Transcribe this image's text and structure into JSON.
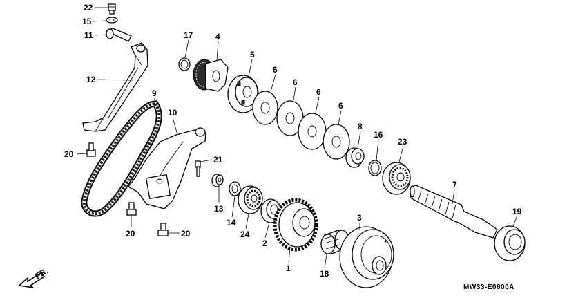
{
  "callouts": [
    {
      "id": "p22",
      "text": "22"
    },
    {
      "id": "p15",
      "text": "15"
    },
    {
      "id": "p11",
      "text": "11"
    },
    {
      "id": "p12",
      "text": "12"
    },
    {
      "id": "p17",
      "text": "17"
    },
    {
      "id": "p4",
      "text": "4"
    },
    {
      "id": "p5",
      "text": "5"
    },
    {
      "id": "p6a",
      "text": "6"
    },
    {
      "id": "p6b",
      "text": "6"
    },
    {
      "id": "p6c",
      "text": "6"
    },
    {
      "id": "p6d",
      "text": "6"
    },
    {
      "id": "p9",
      "text": "9"
    },
    {
      "id": "p10",
      "text": "10"
    },
    {
      "id": "p8",
      "text": "8"
    },
    {
      "id": "p16",
      "text": "16"
    },
    {
      "id": "p23",
      "text": "23"
    },
    {
      "id": "p7",
      "text": "7"
    },
    {
      "id": "p20a",
      "text": "20"
    },
    {
      "id": "p21",
      "text": "21"
    },
    {
      "id": "p13",
      "text": "13"
    },
    {
      "id": "p14",
      "text": "14"
    },
    {
      "id": "p24",
      "text": "24"
    },
    {
      "id": "p2",
      "text": "2"
    },
    {
      "id": "p1",
      "text": "1"
    },
    {
      "id": "p3",
      "text": "3"
    },
    {
      "id": "p18",
      "text": "18"
    },
    {
      "id": "p19",
      "text": "19"
    },
    {
      "id": "p20b",
      "text": "20"
    },
    {
      "id": "p20c",
      "text": "20"
    }
  ],
  "direction_marker": "FR.",
  "diagram_code": "MW33-E0800A"
}
